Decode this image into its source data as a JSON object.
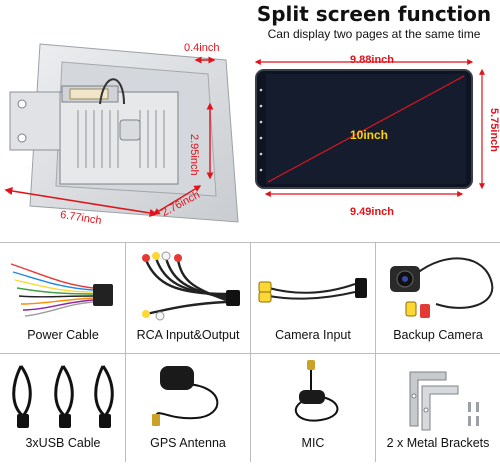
{
  "header": {
    "title": "Split screen function",
    "subtitle": "Can display two pages at the same time"
  },
  "frame_dims": {
    "depth_small": "0.4inch",
    "height": "2.95inch",
    "width": "6.77inch",
    "depth": "2.76inch"
  },
  "screen_dims": {
    "top_width": "9.88inch",
    "side_height": "5.75inch",
    "diagonal": "10inch",
    "bottom_width": "9.49inch"
  },
  "accessories": [
    {
      "label": "Power Cable",
      "icon": "power-cable-icon"
    },
    {
      "label": "RCA Input&Output",
      "icon": "rca-cable-icon"
    },
    {
      "label": "Camera Input",
      "icon": "camera-input-cable-icon"
    },
    {
      "label": "Backup Camera",
      "icon": "backup-camera-icon"
    },
    {
      "label": "3xUSB Cable",
      "icon": "usb-cable-icon"
    },
    {
      "label": "GPS Antenna",
      "icon": "gps-antenna-icon"
    },
    {
      "label": "MIC",
      "icon": "mic-icon"
    },
    {
      "label": "2 x Metal Brackets",
      "icon": "metal-brackets-icon"
    }
  ],
  "colors": {
    "dimension_red": "#e0141c",
    "screen_dark": "#0e1422",
    "frame_silver": "#d8dadd"
  }
}
